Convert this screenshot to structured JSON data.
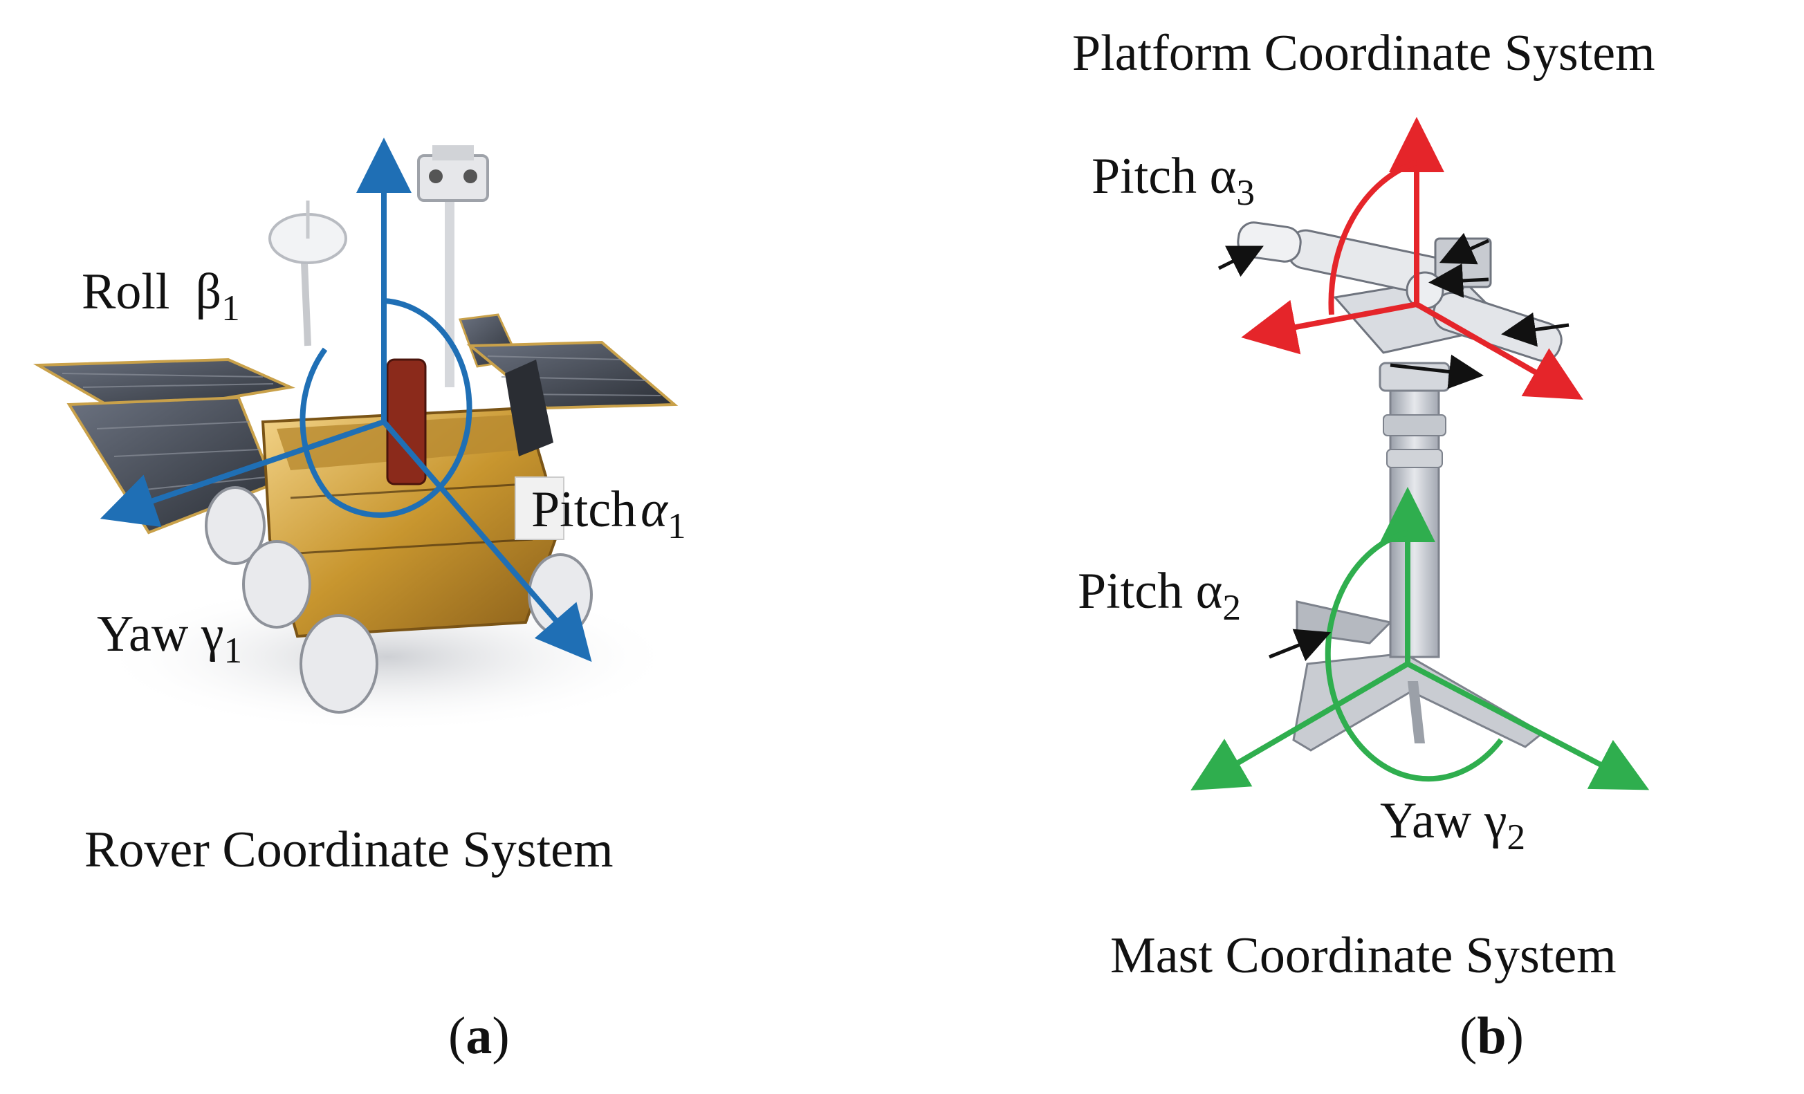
{
  "figure": {
    "panel_a": {
      "caption": "Rover Coordinate System",
      "tag_open": "(",
      "tag_letter": "a",
      "tag_close": ")",
      "labels": {
        "roll": {
          "word": "Roll",
          "symbol": "β",
          "sub": "1"
        },
        "pitch": {
          "word": "Pitch",
          "symbol": "α",
          "sub": "1"
        },
        "yaw": {
          "word": "Yaw",
          "symbol": "γ",
          "sub": "1"
        }
      }
    },
    "panel_b": {
      "caption_top": "Platform Coordinate System",
      "caption_bottom": "Mast Coordinate System",
      "tag_open": "(",
      "tag_letter": "b",
      "tag_close": ")",
      "labels": {
        "pitch3": {
          "word": "Pitch",
          "symbol": "α",
          "sub": "3"
        },
        "pitch2": {
          "word": "Pitch",
          "symbol": "α",
          "sub": "2"
        },
        "yaw2": {
          "word": "Yaw",
          "symbol": "γ",
          "sub": "2"
        }
      }
    },
    "colors": {
      "rover_axes": "#1f6fb5",
      "platform_axes": "#e5252a",
      "mast_axes": "#2fae4e",
      "pointer_arrows": "#111111"
    }
  }
}
